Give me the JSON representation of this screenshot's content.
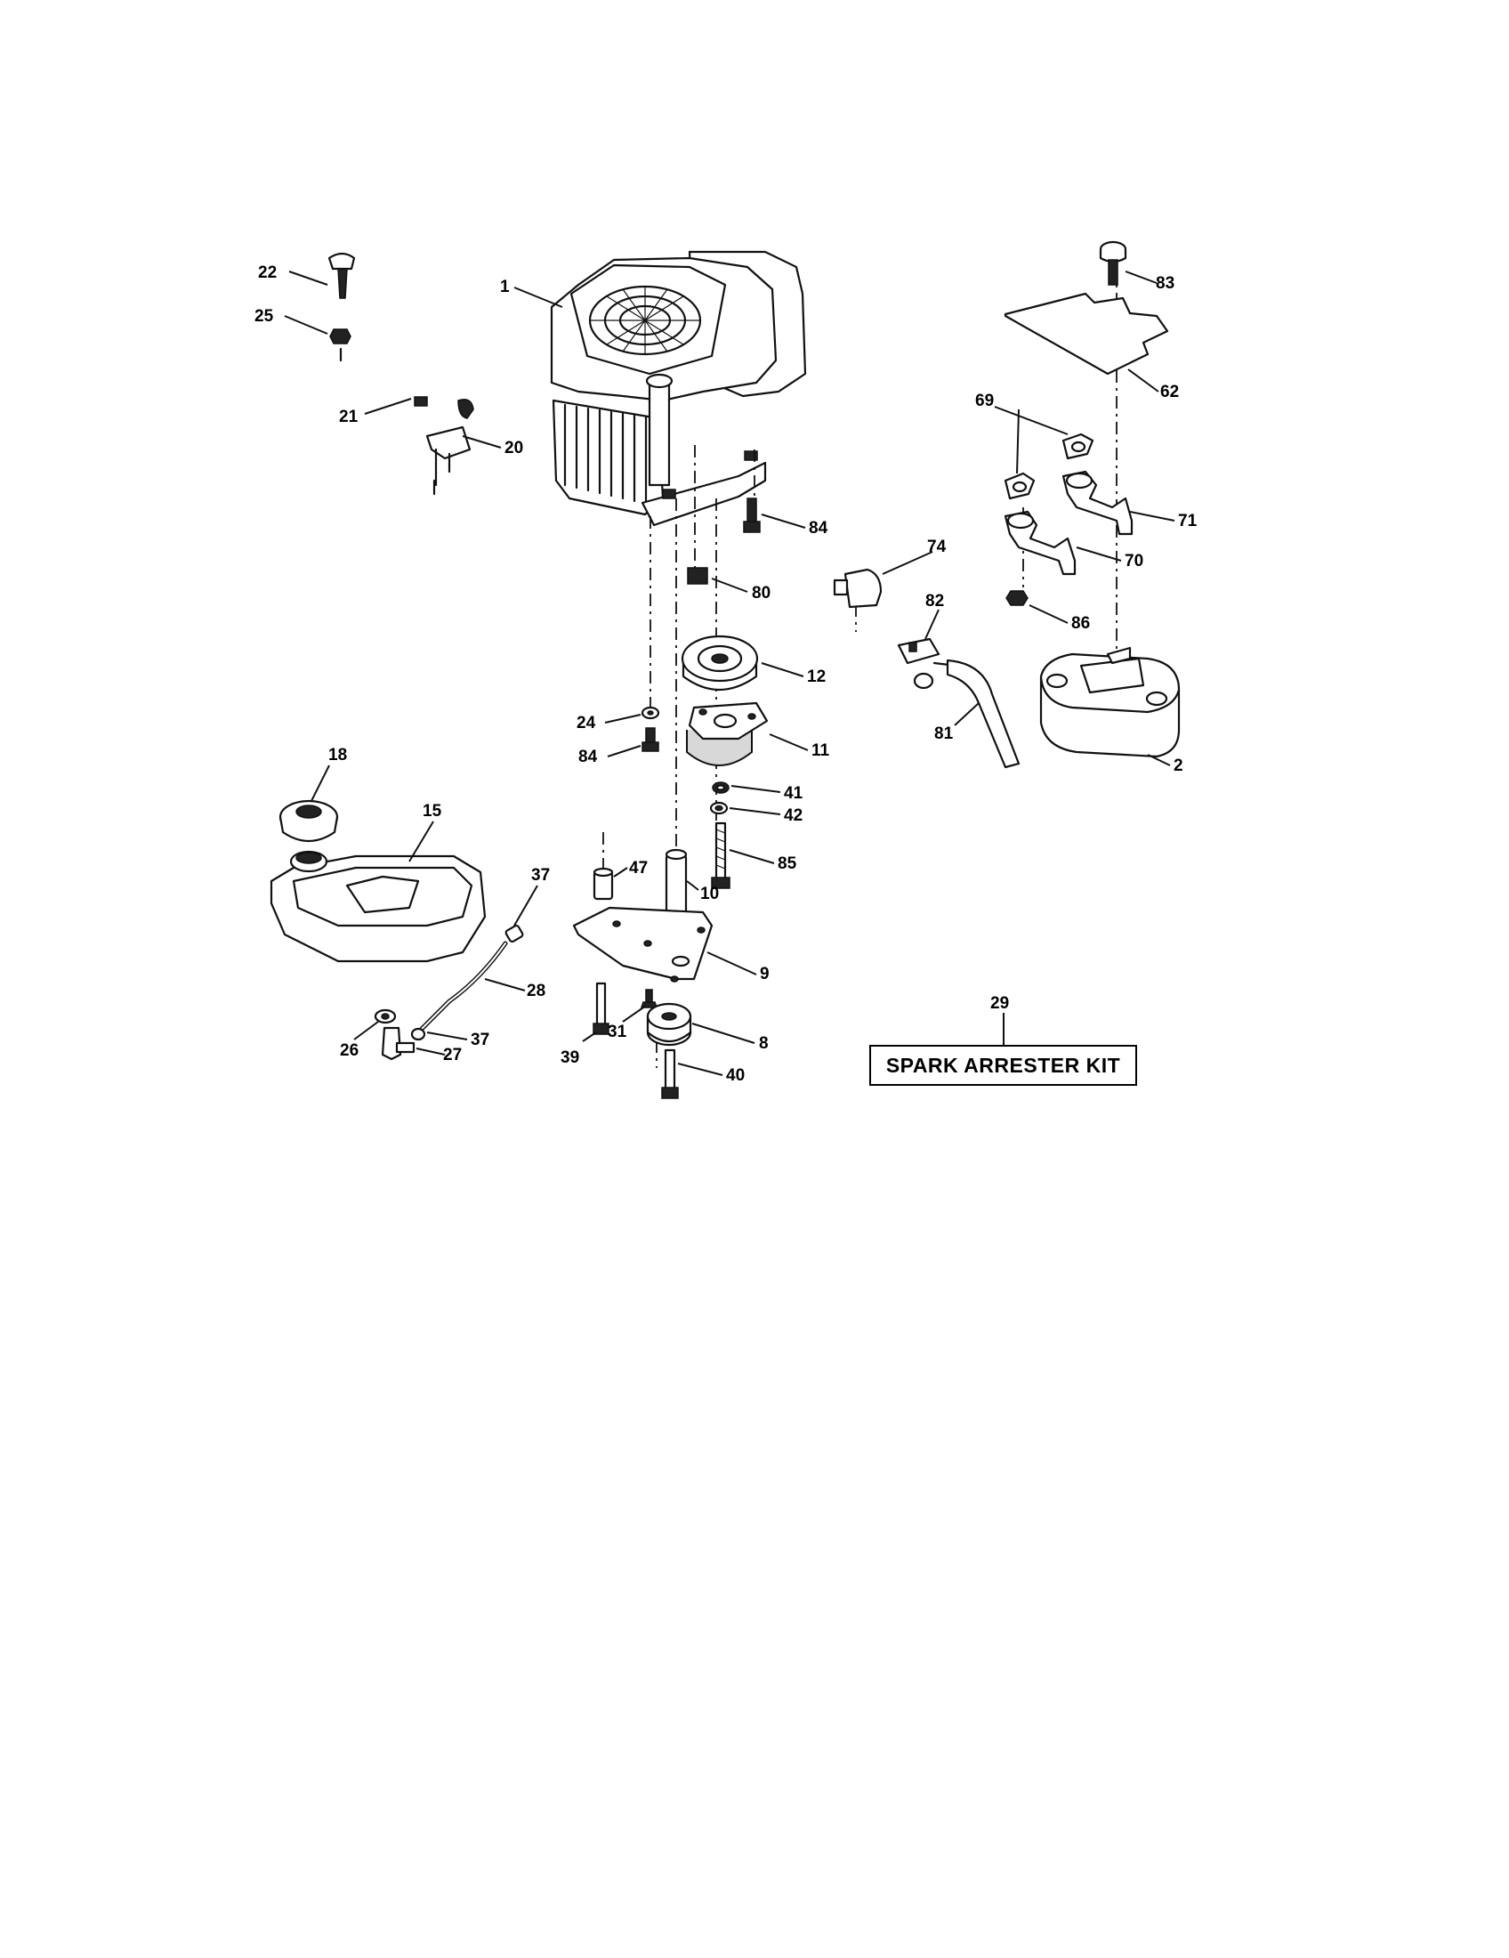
{
  "diagram": {
    "callouts": {
      "c1": "1",
      "c2": "2",
      "c8": "8",
      "c9": "9",
      "c10": "10",
      "c11": "11",
      "c12": "12",
      "c15": "15",
      "c18": "18",
      "c20": "20",
      "c21": "21",
      "c22": "22",
      "c24": "24",
      "c25": "25",
      "c26": "26",
      "c27": "27",
      "c28": "28",
      "c29": "29",
      "c31": "31",
      "c37a": "37",
      "c37b": "37",
      "c39": "39",
      "c40": "40",
      "c41": "41",
      "c42": "42",
      "c47": "47",
      "c62": "62",
      "c69": "69",
      "c70": "70",
      "c71": "71",
      "c74": "74",
      "c80": "80",
      "c81": "81",
      "c82": "82",
      "c83": "83",
      "c84a": "84",
      "c84b": "84",
      "c85": "85",
      "c86": "86"
    },
    "kit_label": "SPARK ARRESTER KIT"
  }
}
